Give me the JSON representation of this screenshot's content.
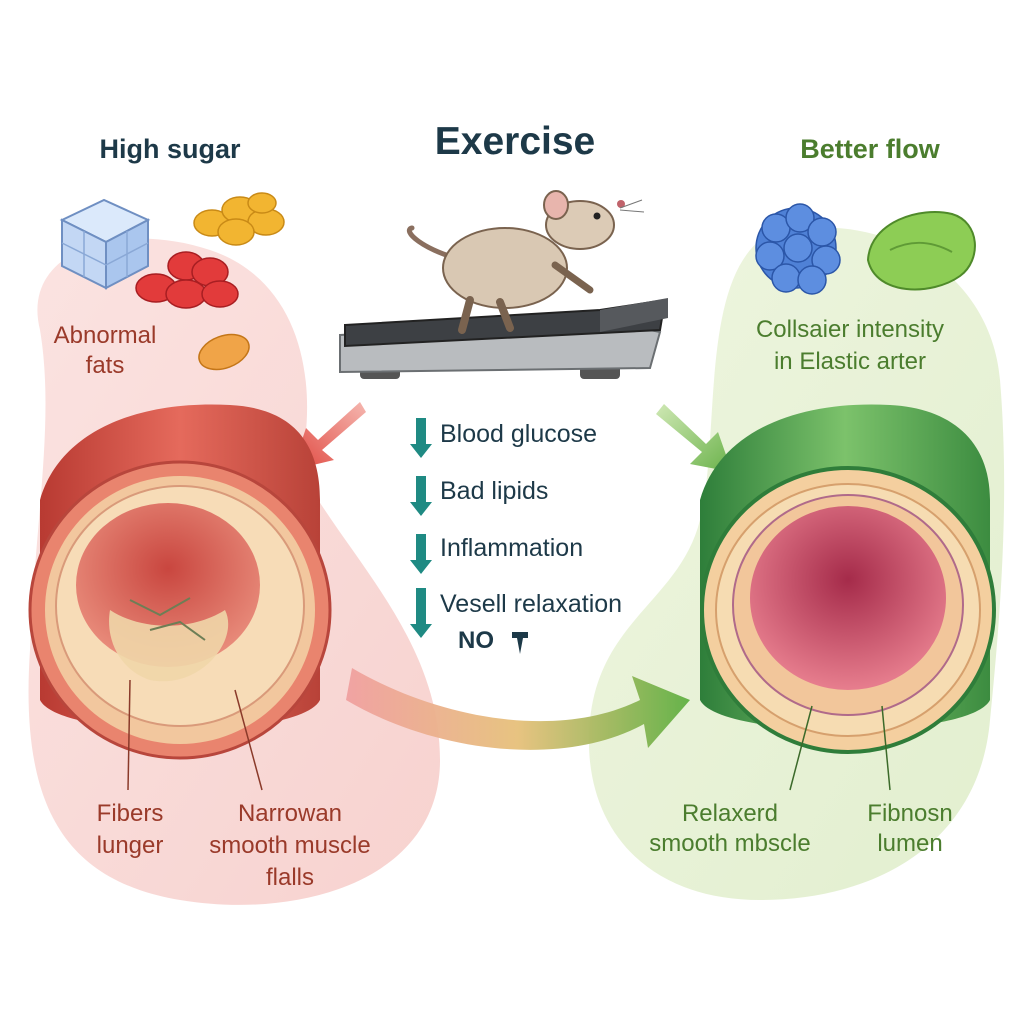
{
  "headings": {
    "left": "High sugar",
    "center": "Exercise",
    "right": "Better flow"
  },
  "left_panel": {
    "fat_label_line1": "Abnormal",
    "fat_label_line2": "fats",
    "fiber_label_line1": "Fibers",
    "fiber_label_line2": "lunger",
    "muscle_label_line1": "Narrowan",
    "muscle_label_line2": "smooth muscle",
    "muscle_label_line3": "flalls"
  },
  "right_panel": {
    "collagen_label_line1": "Collsaier intensity",
    "collagen_label_line2": "in Elastic arter",
    "relaxed_label_line1": "Relaxerd",
    "relaxed_label_line2": "smooth mbscle",
    "lumen_label_line1": "Fibnosn",
    "lumen_label_line2": "lumen"
  },
  "effects": [
    {
      "label": "Blood glucose",
      "direction": "down"
    },
    {
      "label": "Bad lipids",
      "direction": "down"
    },
    {
      "label": "Inflammation",
      "direction": "down"
    },
    {
      "label": "Vesell relaxation",
      "direction": "down"
    }
  ],
  "no_label": "NO",
  "colors": {
    "inflamed": "#d9534a",
    "healthy": "#5aa64a",
    "teal_arrow": "#1f8a83",
    "navy_text": "#1d3948"
  },
  "icons": [
    "sugar-cube-icon",
    "fat-droplets-icon",
    "rat-on-treadmill-icon",
    "blue-cell-icon",
    "green-cell-icon"
  ]
}
